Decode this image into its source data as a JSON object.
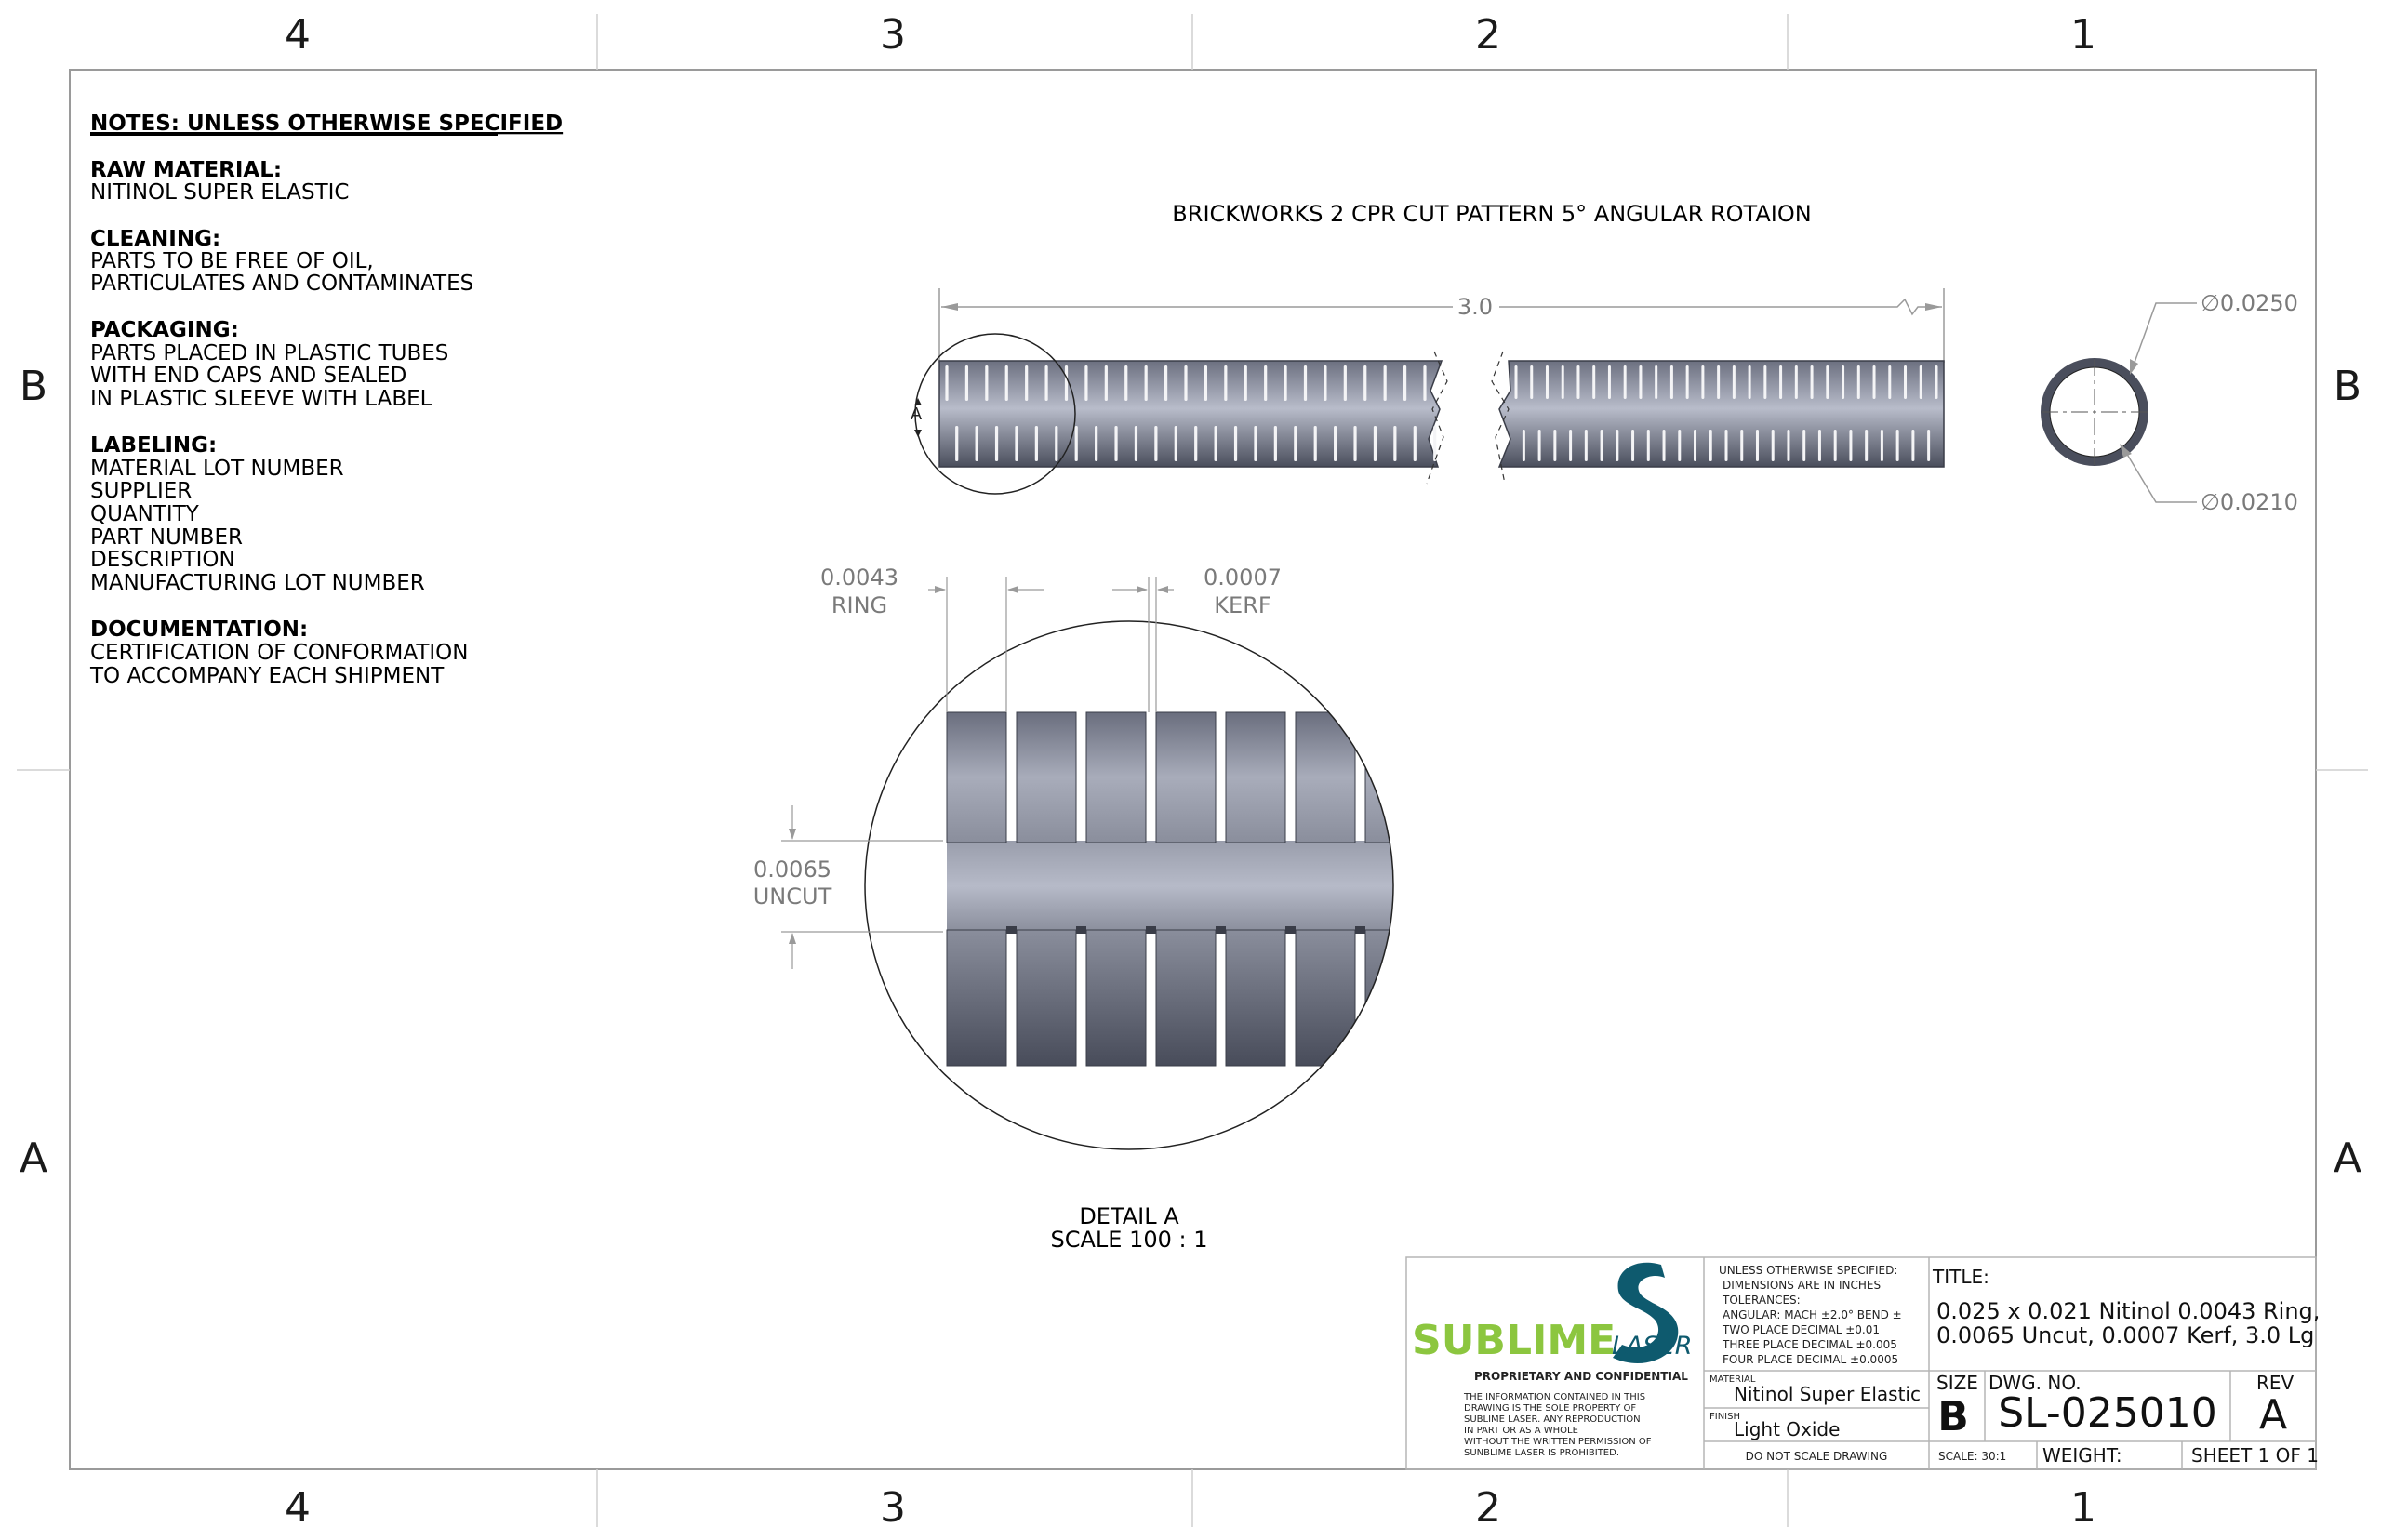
{
  "zones": {
    "columns": [
      "4",
      "3",
      "2",
      "1"
    ],
    "rows": [
      "B",
      "A"
    ]
  },
  "notes": {
    "heading": "NOTES: UNLESS OTHERWISE SPECIFIED",
    "raw_material_heading": "RAW MATERIAL:",
    "raw_material": [
      "NITINOL SUPER ELASTIC"
    ],
    "cleaning_heading": "CLEANING:",
    "cleaning": [
      "PARTS TO BE FREE OF OIL,",
      "PARTICULATES AND CONTAMINATES"
    ],
    "packaging_heading": "PACKAGING:",
    "packaging": [
      "PARTS PLACED IN PLASTIC TUBES",
      "WITH END CAPS AND SEALED",
      "IN PLASTIC SLEEVE WITH LABEL"
    ],
    "labeling_heading": "LABELING:",
    "labeling": [
      "MATERIAL LOT NUMBER",
      "SUPPLIER",
      "QUANTITY",
      "PART NUMBER",
      "DESCRIPTION",
      "MANUFACTURING LOT NUMBER"
    ],
    "documentation_heading": "DOCUMENTATION:",
    "documentation": [
      "CERTIFICATION OF CONFORMATION",
      "TO ACCOMPANY EACH SHIPMENT"
    ]
  },
  "main_view": {
    "title": "BRICKWORKS 2 CPR CUT PATTERN 5° ANGULAR ROTAION",
    "length_dim": "3.0",
    "detail_callout": "A",
    "slots_left_section": 25,
    "slots_right_section": 28
  },
  "section_view": {
    "outer_diameter": "∅0.0250",
    "inner_diameter": "∅0.0210"
  },
  "detail_view": {
    "ring_value": "0.0043",
    "ring_label": "RING",
    "kerf_value": "0.0007",
    "kerf_label": "KERF",
    "uncut_value": "0.0065",
    "uncut_label": "UNCUT",
    "caption": "DETAIL A",
    "scale": "SCALE 100 : 1"
  },
  "title_block": {
    "company": "SUBLIME",
    "company_suffix": "LASER",
    "proprietary_heading": "PROPRIETARY AND CONFIDENTIAL",
    "proprietary_text": [
      "THE INFORMATION CONTAINED IN THIS",
      "DRAWING IS THE SOLE PROPERTY OF",
      "SUBLIME LASER.  ANY REPRODUCTION",
      " IN PART OR AS A WHOLE",
      "WITHOUT THE WRITTEN PERMISSION OF",
      "SUNBLIME LASER IS PROHIBITED."
    ],
    "tolerances": [
      "UNLESS OTHERWISE SPECIFIED:",
      "DIMENSIONS ARE IN INCHES",
      "TOLERANCES:",
      "ANGULAR: MACH ±2.0° BEND ±",
      "TWO PLACE DECIMAL    ±0.01",
      "THREE PLACE DECIMAL  ±0.005",
      "FOUR PLACE DECIMAL  ±0.0005"
    ],
    "material_label": "MATERIAL",
    "material": "Nitinol Super Elastic",
    "finish_label": "FINISH",
    "finish": "Light Oxide",
    "do_not_scale": "DO NOT SCALE DRAWING",
    "title_label": "TITLE:",
    "title_lines": [
      "0.025 x 0.021 Nitinol 0.0043 Ring,",
      "0.0065 Uncut, 0.0007 Kerf, 3.0 Lg"
    ],
    "size_label": "SIZE",
    "size": "B",
    "dwg_no_label": "DWG.  NO.",
    "dwg_no": "SL-025010",
    "rev_label": "REV",
    "rev": "A",
    "scale": "SCALE: 30:1",
    "weight": "WEIGHT:",
    "sheet": "SHEET 1 OF 1"
  },
  "colors": {
    "border": "#9a9a9a",
    "metal_dark": "#4a4e5c",
    "metal_light": "#b4b8c6",
    "dimension": "#7a7a7a",
    "logo_green": "#8cc63f",
    "logo_teal": "#0e5a6e"
  }
}
